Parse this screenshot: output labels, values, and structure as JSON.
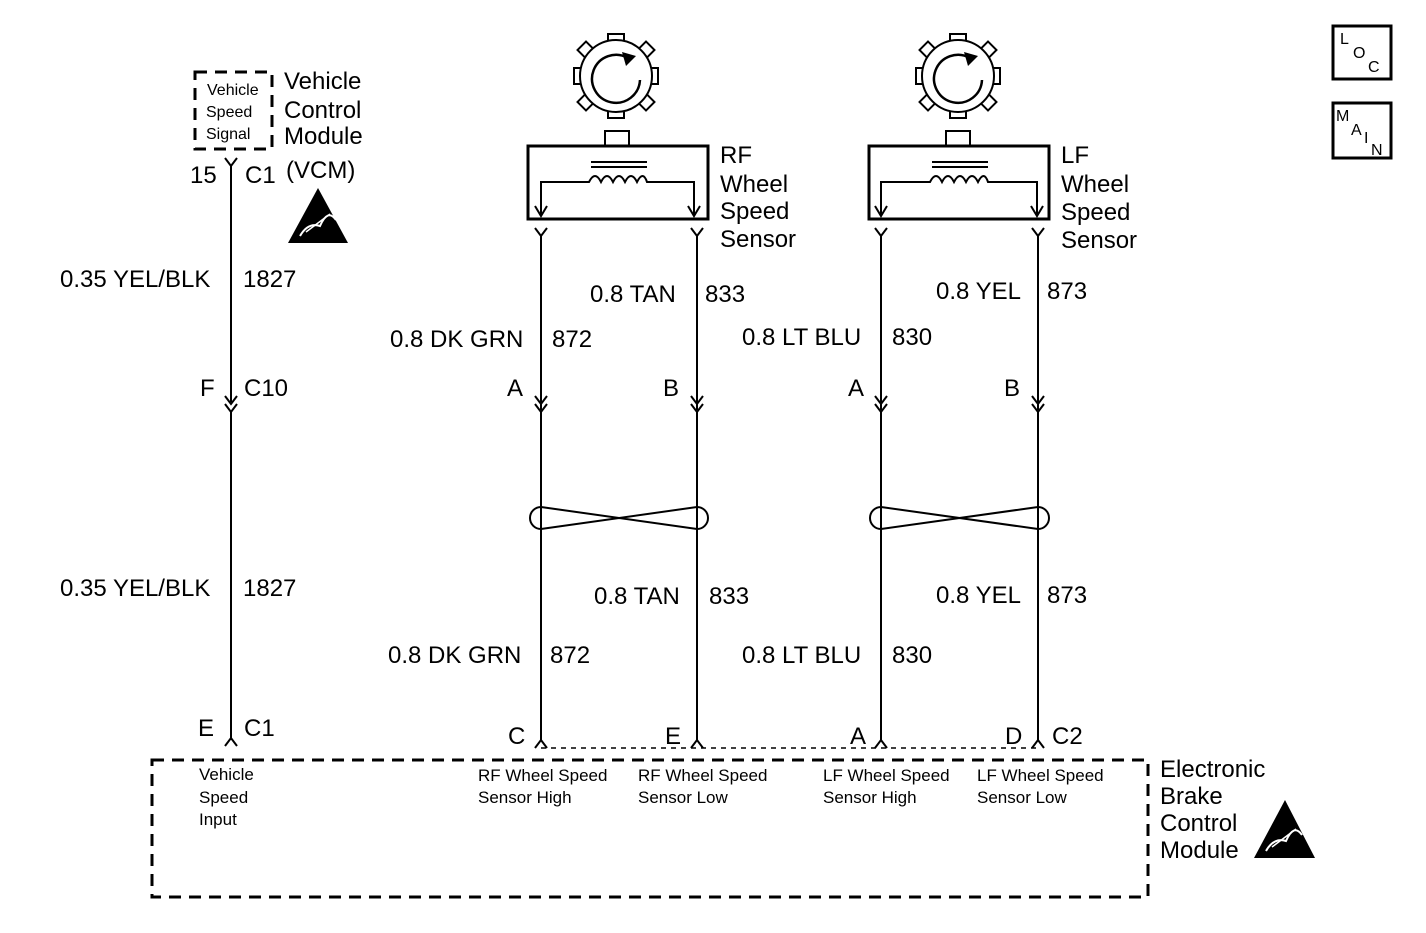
{
  "vcm": {
    "signal_label": [
      "Vehicle",
      "Speed",
      "Signal"
    ],
    "name": [
      "Vehicle",
      "Control",
      "Module",
      "(VCM)"
    ],
    "pin": "15",
    "connector": "C1"
  },
  "wire_1827": {
    "upper": {
      "color": "0.35 YEL/BLK",
      "circuit": "1827"
    },
    "lower": {
      "color": "0.35 YEL/BLK",
      "circuit": "1827"
    }
  },
  "inline_c10": {
    "pin": "F",
    "connector": "C10"
  },
  "ebcm_vss_pin": {
    "pin": "E",
    "connector": "C1"
  },
  "rf_sensor": {
    "name": [
      "RF",
      "Wheel",
      "Speed",
      "Sensor"
    ],
    "wire_high": {
      "color": "0.8 DK GRN",
      "circuit": "872",
      "pin": "A"
    },
    "wire_low": {
      "color": "0.8 TAN",
      "circuit": "833",
      "pin": "B"
    },
    "wire_high_lower": {
      "color": "0.8 DK GRN",
      "circuit": "872"
    },
    "wire_low_lower": {
      "color": "0.8 TAN",
      "circuit": "833"
    }
  },
  "lf_sensor": {
    "name": [
      "LF",
      "Wheel",
      "Speed",
      "Sensor"
    ],
    "wire_high": {
      "color": "0.8 LT BLU",
      "circuit": "830",
      "pin": "A"
    },
    "wire_low": {
      "color": "0.8 YEL",
      "circuit": "873",
      "pin": "B"
    },
    "wire_high_lower": {
      "color": "0.8 LT BLU",
      "circuit": "830"
    },
    "wire_low_lower": {
      "color": "0.8 YEL",
      "circuit": "873"
    }
  },
  "ebcm": {
    "name": [
      "Electronic",
      "Brake",
      "Control",
      "Module"
    ],
    "connector": "C2",
    "pins": [
      "C",
      "E",
      "A",
      "D"
    ],
    "inputs": {
      "vss": [
        "Vehicle",
        "Speed",
        "Input"
      ],
      "rf_high": [
        "RF Wheel Speed",
        "Sensor High"
      ],
      "rf_low": [
        "RF Wheel Speed",
        "Sensor Low"
      ],
      "lf_high": [
        "LF Wheel Speed",
        "Sensor High"
      ],
      "lf_low": [
        "LF Wheel Speed",
        "Sensor Low"
      ]
    }
  },
  "nav": {
    "loc": [
      "L",
      "O",
      "C"
    ],
    "main": [
      "M",
      "A",
      "I",
      "N"
    ]
  }
}
